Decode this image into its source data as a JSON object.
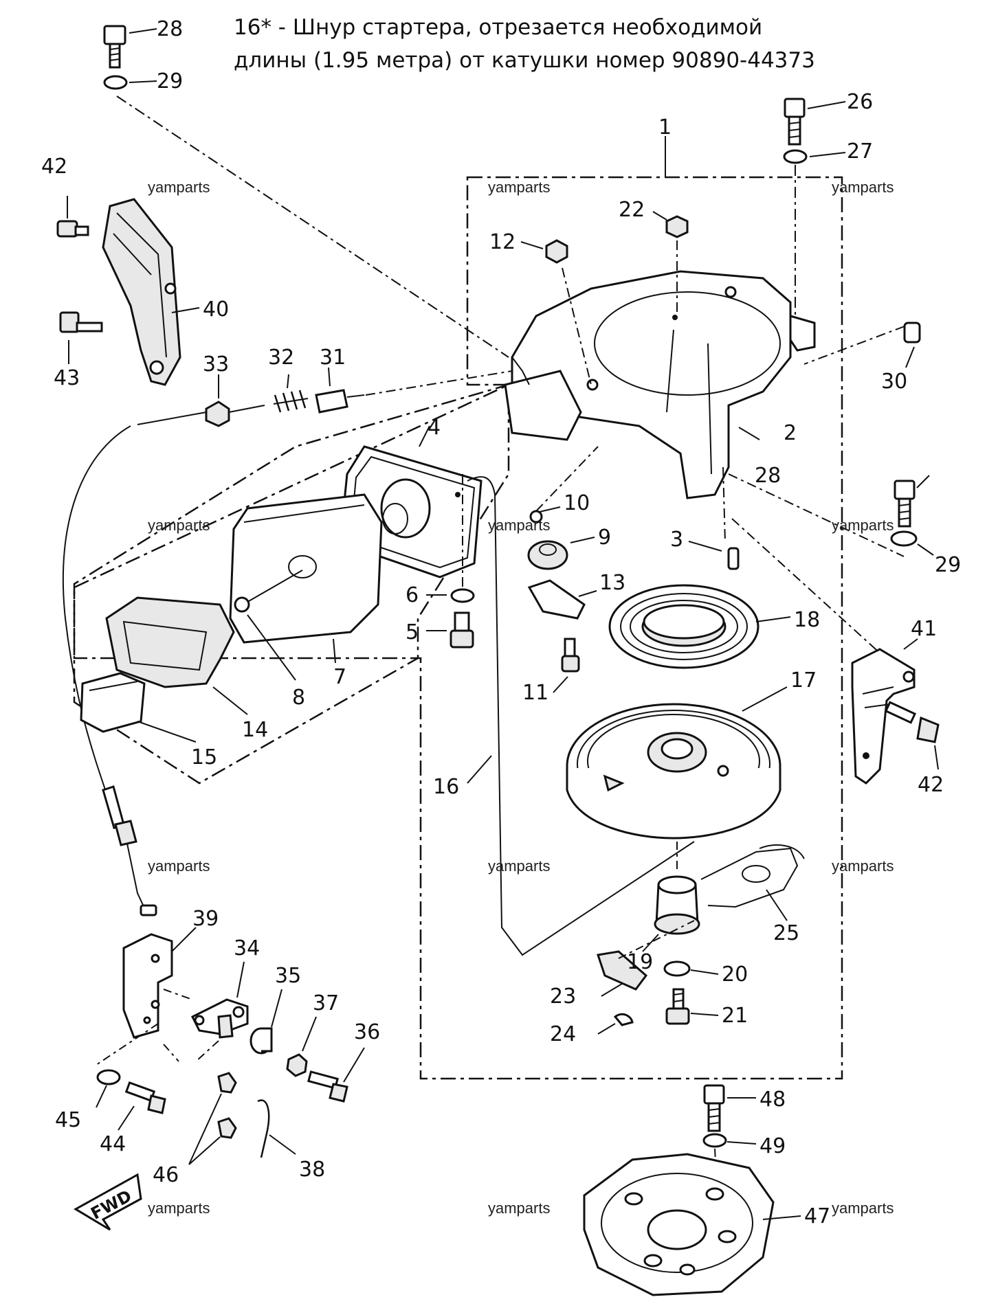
{
  "note": {
    "line1": "16* - Шнур стартера, отрезается необходимой",
    "line2": "длины (1.95 метра) от катушки номер 90890-44373"
  },
  "watermark": "yamparts",
  "fwd_label": "FWD",
  "callouts": {
    "n1": "1",
    "n2": "2",
    "n3": "3",
    "n4": "4",
    "n5": "5",
    "n6": "6",
    "n7": "7",
    "n8": "8",
    "n9": "9",
    "n10": "10",
    "n11": "11",
    "n12": "12",
    "n13": "13",
    "n14": "14",
    "n15": "15",
    "n16": "16",
    "n17": "17",
    "n18": "18",
    "n19": "19",
    "n20": "20",
    "n21": "21",
    "n22": "22",
    "n23": "23",
    "n24": "24",
    "n25": "25",
    "n26": "26",
    "n27": "27",
    "n28": "28",
    "n29": "29",
    "n30": "30",
    "n31": "31",
    "n32": "32",
    "n33": "33",
    "n34": "34",
    "n35": "35",
    "n36": "36",
    "n37": "37",
    "n38": "38",
    "n39": "39",
    "n40": "40",
    "n41": "41",
    "n42": "42",
    "n43": "43",
    "n44": "44",
    "n45": "45",
    "n46": "46",
    "n47": "47",
    "n48": "48",
    "n49": "49"
  }
}
